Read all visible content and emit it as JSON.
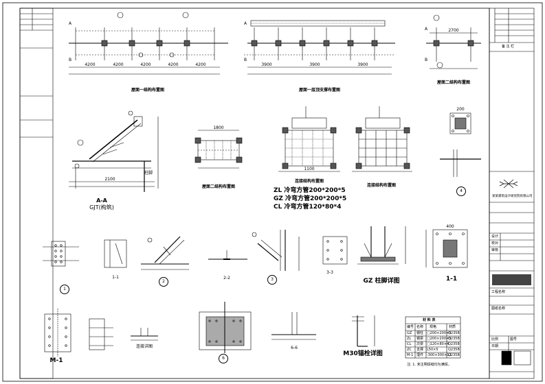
{
  "drawing_titles": {
    "roof_beam_plan": "屋面一结构布置图",
    "roof_purlin_plan": "屋面一层顶支撑布置图",
    "roof2_plan": "屋面二结构布置图",
    "section_aa": "A-A",
    "gjt": "GJT(构筑)",
    "roof2_layout": "屋面二结构布置图",
    "canopy_plan": "连接结构布置图",
    "canopy_plan2": "连接结构布置图",
    "gz_detail": "GZ 柱脚详图",
    "node_11": "1-1",
    "m1": "M-1",
    "weld_detail": "连接详图",
    "section_66": "6-6",
    "m30_detail": "M30锚栓详图"
  },
  "member_specs": {
    "zl": "ZL 冷弯方管200*200*5",
    "gz": "GZ 冷弯方管200*200*5",
    "cl": "CL 冷弯方管120*80*4"
  },
  "section_labels": {
    "s11a": "1-1",
    "s22": "2-2",
    "s33": "3-3",
    "note_col": "柱脚"
  },
  "detail_numbers": {
    "d1": "1",
    "d2": "2",
    "d3": "3",
    "d4": "4",
    "d6": "6"
  },
  "grid_labels": {
    "axis_a": "A",
    "axis_b": "B"
  },
  "dims": {
    "d4200": "4200",
    "d2100": "2100",
    "d1100": "1100",
    "d3900": "3900",
    "d2700": "2700",
    "d1800": "1800",
    "d200": "200",
    "d400": "400"
  },
  "title_block": {
    "remarks": "备 注 栏",
    "company_line": "某某建筑设计研究院有限公司",
    "project": "工程名称",
    "drawing_name": "图纸名称",
    "scale": "比例",
    "date": "日期",
    "sheet_no": "图号",
    "design": "设计",
    "check": "校对",
    "approve": "审核"
  },
  "table": {
    "title": "材 料 表",
    "headers": [
      "编号",
      "名称",
      "规格",
      "材质"
    ],
    "rows": [
      [
        "GZ",
        "钢柱",
        "□200×200×5",
        "Q235B"
      ],
      [
        "ZL",
        "钢梁",
        "□200×200×5",
        "Q235B"
      ],
      [
        "CL",
        "次梁",
        "□120×80×4",
        "Q235B"
      ],
      [
        "ZC",
        "支撑",
        "L50×5",
        "Q235B"
      ],
      [
        "M-1",
        "埋件",
        "-300×300×12",
        "Q235B"
      ]
    ]
  },
  "note": "注: 1. 未注明焊缝均为满焊。"
}
